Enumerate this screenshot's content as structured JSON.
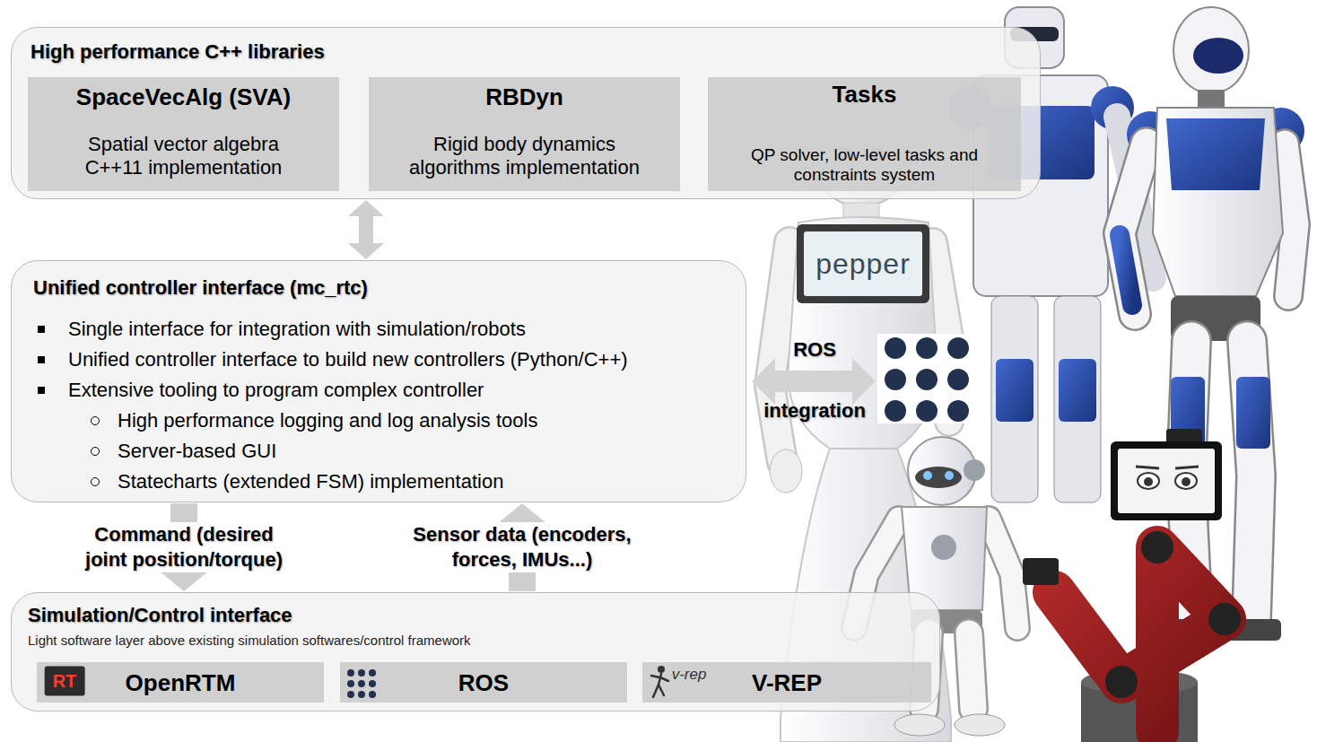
{
  "diagram": {
    "nodes": [
      {
        "text": [
          "High performance C++ libraries"
        ]
      },
      {
        "text": [
          "SpaceVecAlg (SVA)",
          "Spatial vector algebra C++11 implementation"
        ],
        "in": 0
      },
      {
        "text": [
          "RBDyn",
          "Rigid body dynamics algorithms implementation"
        ],
        "in": 0
      },
      {
        "text": [
          "Tasks",
          "QP solver, low-level tasks and constraints system"
        ],
        "in": 0
      },
      {
        "text": [
          "Unified controller interface (mc_rtc)",
          "Single interface for integration with simulation/robots",
          "Unified controller interface to build new controllers (Python/C++)",
          "Extensive tooling to program complex controller",
          "High performance logging and log analysis tools",
          "Server-based GUI",
          "Statecharts (extended FSM) implementation"
        ]
      },
      {
        "text": [
          "Simulation/Control interface",
          "Light software layer above existing simulation softwares/control framework"
        ]
      },
      {
        "text": [
          "OpenRTM"
        ],
        "in": 5
      },
      {
        "text": [
          "ROS"
        ],
        "in": 5
      },
      {
        "text": [
          "V-REP"
        ],
        "in": 5
      }
    ],
    "edges": [
      {
        "from": 0,
        "to": 4,
        "arrow": "both"
      },
      {
        "from": 4,
        "to": 5,
        "arrow": "to",
        "label": "Command (desired joint position/torque)"
      },
      {
        "from": 5,
        "to": 4,
        "arrow": "to",
        "label": "Sensor data (encoders, forces, IMUs...)"
      }
    ],
    "labels": [
      "ROS",
      "integration",
      "pepper",
      "RT",
      "v-rep"
    ]
  }
}
